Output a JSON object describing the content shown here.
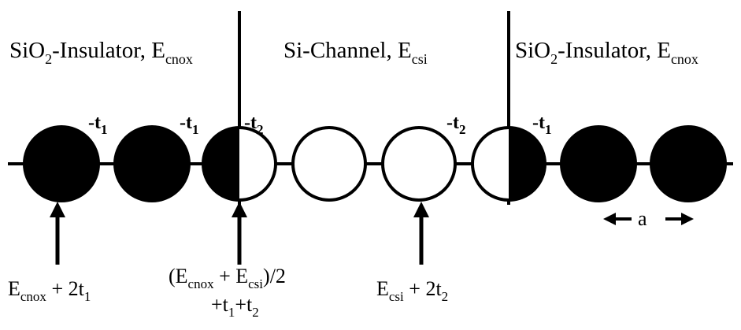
{
  "regions": {
    "left": {
      "main": "SiO",
      "sub2": "2",
      "rest": "-Insulator, E",
      "esub": "cnox"
    },
    "center": {
      "main": "Si-Channel, E",
      "esub": "csi"
    },
    "right": {
      "main": "SiO",
      "sub2": "2",
      "rest": "-Insulator, E",
      "esub": "cnox"
    }
  },
  "hopping": {
    "h1": {
      "sign": "-t",
      "sub": "1"
    },
    "h2": {
      "sign": "-t",
      "sub": "1"
    },
    "h3": {
      "sign": "-t",
      "sub": "2"
    },
    "h4": {
      "sign": "-t",
      "sub": "2"
    },
    "h5": {
      "sign": "-t",
      "sub": "1"
    }
  },
  "spacing_label": "a",
  "onsite": {
    "oxide": {
      "e": "E",
      "esub": "cnox",
      "plus": " + 2t",
      "tsub": "1"
    },
    "interface": {
      "l1a": "(E",
      "l1sub1": "cnox",
      "l1b": " + E",
      "l1sub2": "csi",
      "l1c": ")/2",
      "l2a": "+t",
      "l2sub1": "1",
      "l2b": "+t",
      "l2sub2": "2"
    },
    "channel": {
      "e": "E",
      "esub": "csi",
      "plus": " + 2t",
      "tsub": "2"
    }
  },
  "atoms": [
    {
      "kind": "oxide"
    },
    {
      "kind": "oxide"
    },
    {
      "kind": "interface-left"
    },
    {
      "kind": "channel"
    },
    {
      "kind": "channel"
    },
    {
      "kind": "interface-right"
    },
    {
      "kind": "oxide"
    },
    {
      "kind": "oxide"
    }
  ],
  "colors": {
    "ink": "#000000",
    "paper": "#ffffff"
  }
}
